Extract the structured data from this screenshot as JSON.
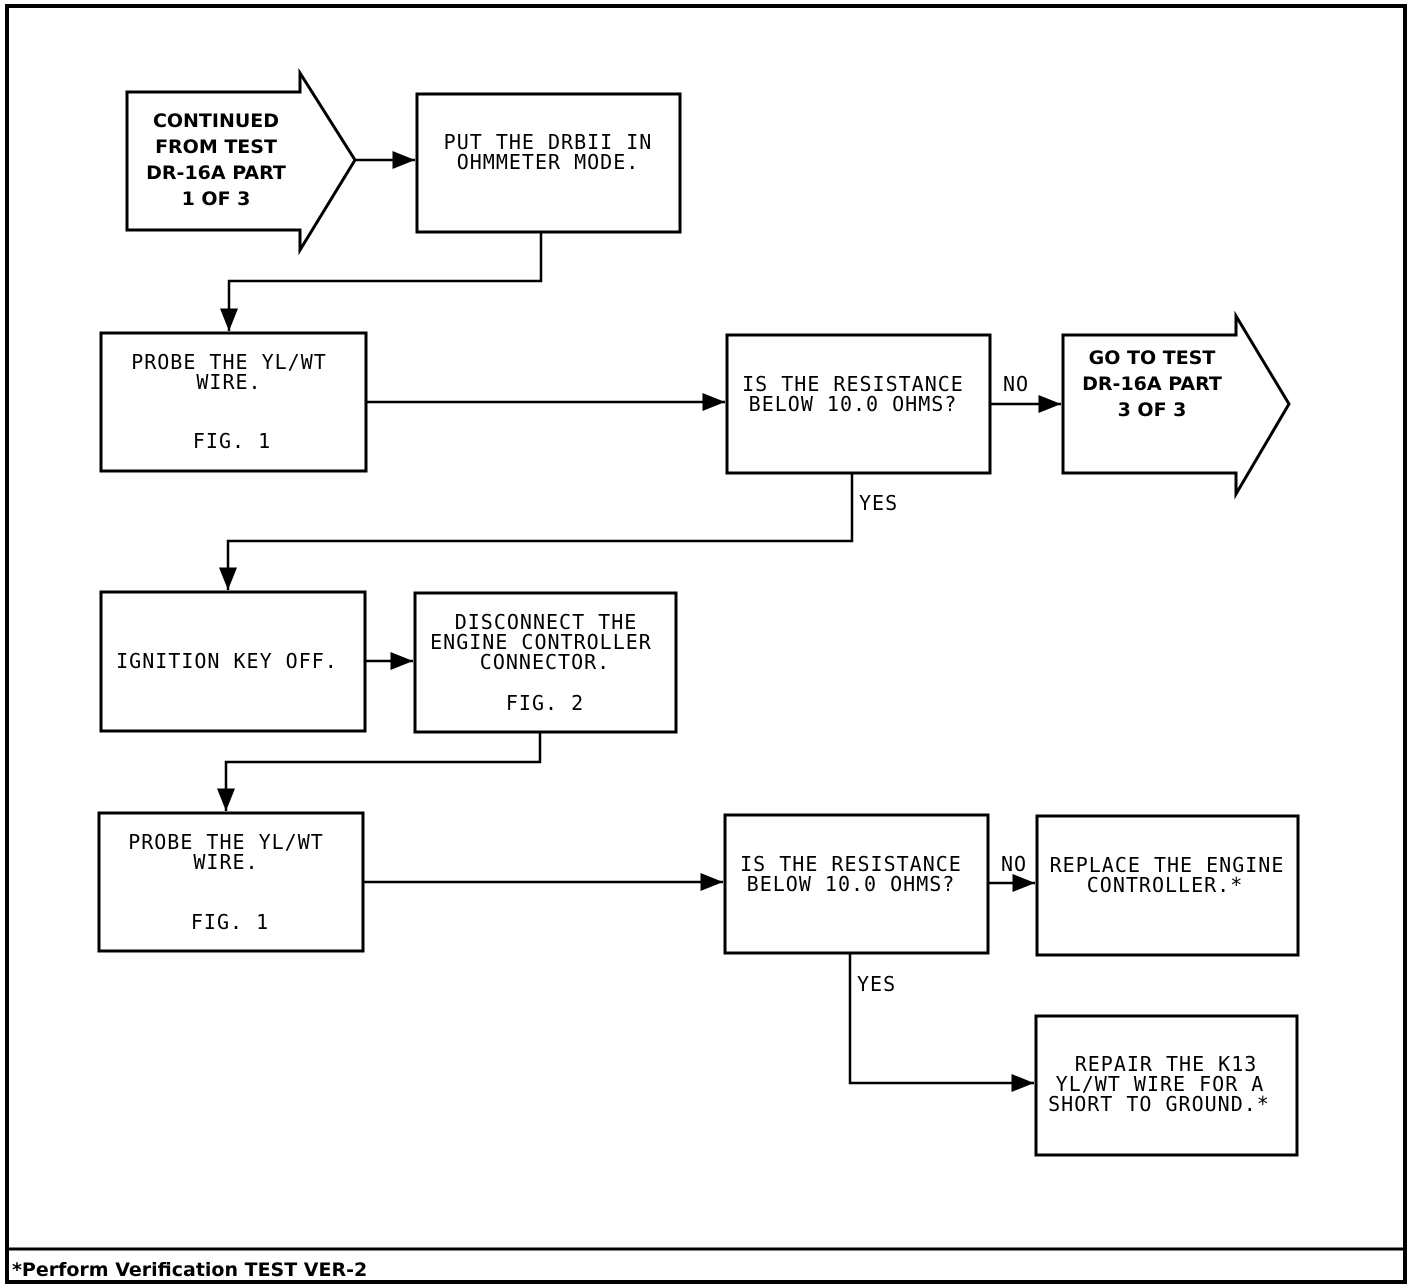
{
  "nodes": {
    "start_arrow": {
      "lines": [
        "CONTINUED",
        "FROM TEST",
        "DR-16A PART",
        "1 OF 3"
      ]
    },
    "put_drbii": {
      "lines": [
        "PUT THE DRBII IN",
        "OHMMETER MODE."
      ]
    },
    "probe_1": {
      "lines": [
        "PROBE THE YL/WT",
        "WIRE."
      ],
      "fig": "FIG. 1"
    },
    "resistance_1": {
      "lines": [
        "IS THE RESISTANCE",
        "BELOW 10.0 OHMS?"
      ]
    },
    "goto_arrow": {
      "lines": [
        "GO TO TEST",
        "DR-16A PART",
        "3 OF 3"
      ]
    },
    "ignition_off": {
      "lines": [
        "IGNITION KEY OFF."
      ]
    },
    "disconnect": {
      "lines": [
        "DISCONNECT THE",
        "ENGINE CONTROLLER",
        "CONNECTOR."
      ],
      "fig": "FIG. 2"
    },
    "probe_2": {
      "lines": [
        "PROBE THE YL/WT",
        "WIRE."
      ],
      "fig": "FIG. 1"
    },
    "resistance_2": {
      "lines": [
        "IS THE RESISTANCE",
        "BELOW 10.0 OHMS?"
      ]
    },
    "replace": {
      "lines": [
        "REPLACE THE ENGINE",
        "CONTROLLER.*"
      ]
    },
    "repair": {
      "lines": [
        "REPAIR THE K13",
        "YL/WT WIRE FOR A",
        "SHORT TO GROUND.*"
      ]
    }
  },
  "edge_labels": {
    "no_1": "NO",
    "yes_1": "YES",
    "no_2": "NO",
    "yes_2": "YES"
  },
  "footer": "*Perform Verification TEST VER-2"
}
